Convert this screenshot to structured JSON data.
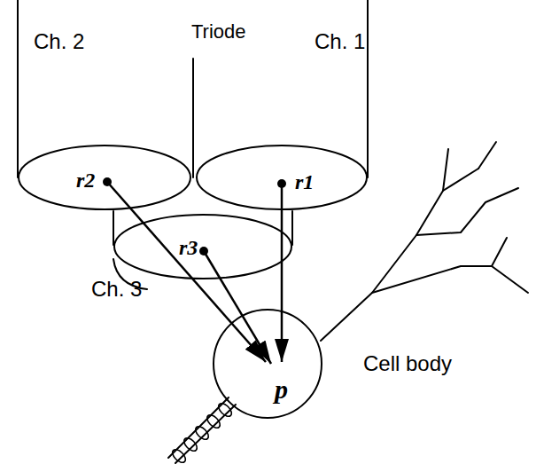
{
  "diagram": {
    "nodes": [
      {
        "text": [
          "Ch. 2",
          "r2"
        ]
      },
      {
        "text": [
          "Ch. 1",
          "r1"
        ]
      },
      {
        "text": [
          "Ch. 3",
          "r3"
        ]
      },
      {
        "text": [
          "p",
          "Cell body"
        ]
      }
    ],
    "edges": [
      {
        "from": 0,
        "to": 3,
        "arrow": "to"
      },
      {
        "from": 1,
        "to": 3,
        "arrow": "to"
      },
      {
        "from": 2,
        "to": 3,
        "arrow": "to"
      }
    ],
    "labels": [
      "Triode"
    ]
  }
}
